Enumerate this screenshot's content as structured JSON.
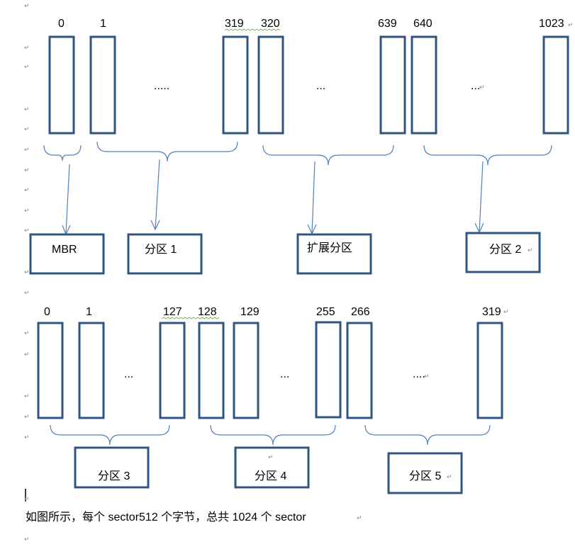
{
  "row1": {
    "sector_labels": [
      "0",
      "1",
      "319",
      "320",
      "639",
      "640",
      "1023"
    ],
    "gap_labels": [
      ".....",
      "...",
      "..."
    ],
    "partitions": [
      "MBR",
      "分区 1",
      "扩展分区",
      "分区 2"
    ]
  },
  "row2": {
    "sector_labels": [
      "0",
      "1",
      "127",
      "128",
      "129",
      "255",
      "266",
      "319"
    ],
    "gap_labels": [
      "...",
      "...",
      "...."
    ],
    "partitions": [
      "分区 3",
      "分区 4",
      "分区 5"
    ]
  },
  "caption": "如图所示，每个 sector512 个字节，总共 1024 个 sector",
  "colors": {
    "box_stroke": "#2f5580",
    "brace_stroke": "#4f81bd",
    "spell_underline": "#7ab15a"
  }
}
